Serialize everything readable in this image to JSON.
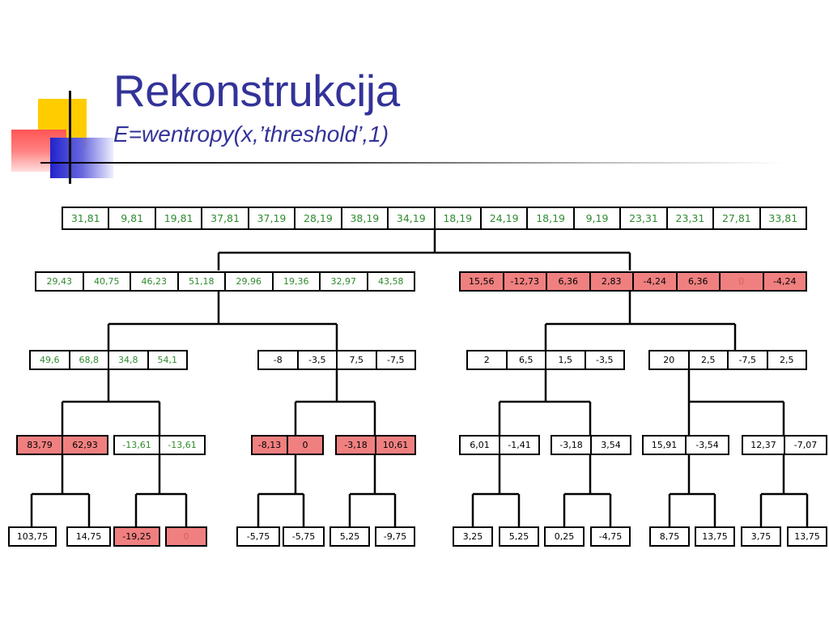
{
  "title": "Rekonstrukcija",
  "subtitle": "E=wentropy(x,’threshold’,1)",
  "rows": {
    "r0": [
      "31,81",
      "9,81",
      "19,81",
      "37,81",
      "37,19",
      "28,19",
      "38,19",
      "34,19",
      "18,19",
      "24,19",
      "18,19",
      "9,19",
      "23,31",
      "23,31",
      "27,81",
      "33,81"
    ],
    "r1a": [
      "29,43",
      "40,75",
      "46,23",
      "51,18",
      "29,96",
      "19,36",
      "32,97",
      "43,58"
    ],
    "r1b": [
      "15,56",
      "-12,73",
      "6,36",
      "2,83",
      "-4,24",
      "6,36",
      "0",
      "-4,24"
    ],
    "r2a": [
      "49,6",
      "68,8",
      "34,8",
      "54,1"
    ],
    "r2b": [
      "-8",
      "-3,5",
      "7,5",
      "-7,5"
    ],
    "r2c": [
      "2",
      "6,5",
      "1,5",
      "-3,5"
    ],
    "r2d": [
      "20",
      "2,5",
      "-7,5",
      "2,5"
    ],
    "r3a": [
      "83,79",
      "62,93"
    ],
    "r3b": [
      "-13,61",
      "-13,61"
    ],
    "r3c": [
      "-8,13",
      "0"
    ],
    "r3d": [
      "-3,18",
      "10,61"
    ],
    "r3e": [
      "6,01",
      "-1,41"
    ],
    "r3f": [
      "-3,18",
      "3,54"
    ],
    "r3g": [
      "15,91",
      "-3,54"
    ],
    "r3h": [
      "12,37",
      "-7,07"
    ],
    "leaves": [
      "103,75",
      "14,75",
      "-19,25",
      "0",
      "-5,75",
      "-5,75",
      "5,25",
      "-9,75",
      "3,25",
      "5,25",
      "0,25",
      "-4,75",
      "8,75",
      "13,75",
      "3,75",
      "13,75"
    ]
  }
}
